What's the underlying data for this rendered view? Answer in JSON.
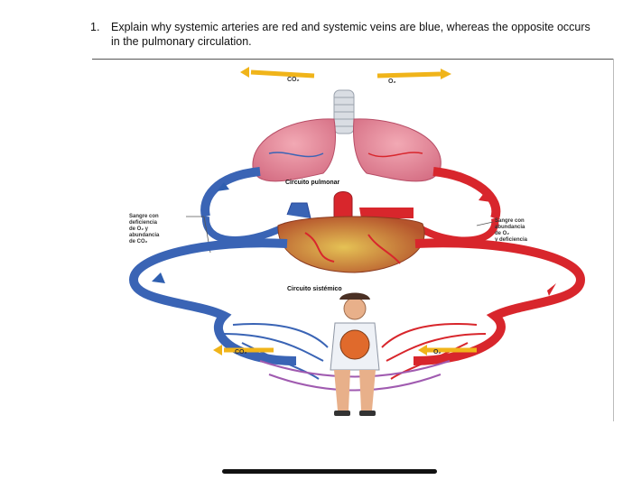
{
  "question": {
    "number": "1.",
    "text": "Explain why systemic arteries are red and systemic veins are blue, whereas the opposite occurs in the pulmonary circulation."
  },
  "diagram": {
    "labels": {
      "top_co2": "CO₂",
      "top_o2": "O₂",
      "pulmonary_circuit": "Circuito pulmonar",
      "systemic_circuit": "Circuito sistémico",
      "left_note": [
        "Sangre con",
        "deficiencia",
        "de O₂ y",
        "abundancia",
        "de CO₂"
      ],
      "right_note": [
        "Sangre con",
        "abundancia",
        "de O₂",
        "y deficiencia",
        "de CO₂"
      ],
      "bottom_co2": "CO₂",
      "bottom_o2": "O₂"
    },
    "colors": {
      "oxygenated": "#d8262c",
      "deoxygenated": "#2f5fb0",
      "gas_arrow": "#f0b41a"
    }
  }
}
